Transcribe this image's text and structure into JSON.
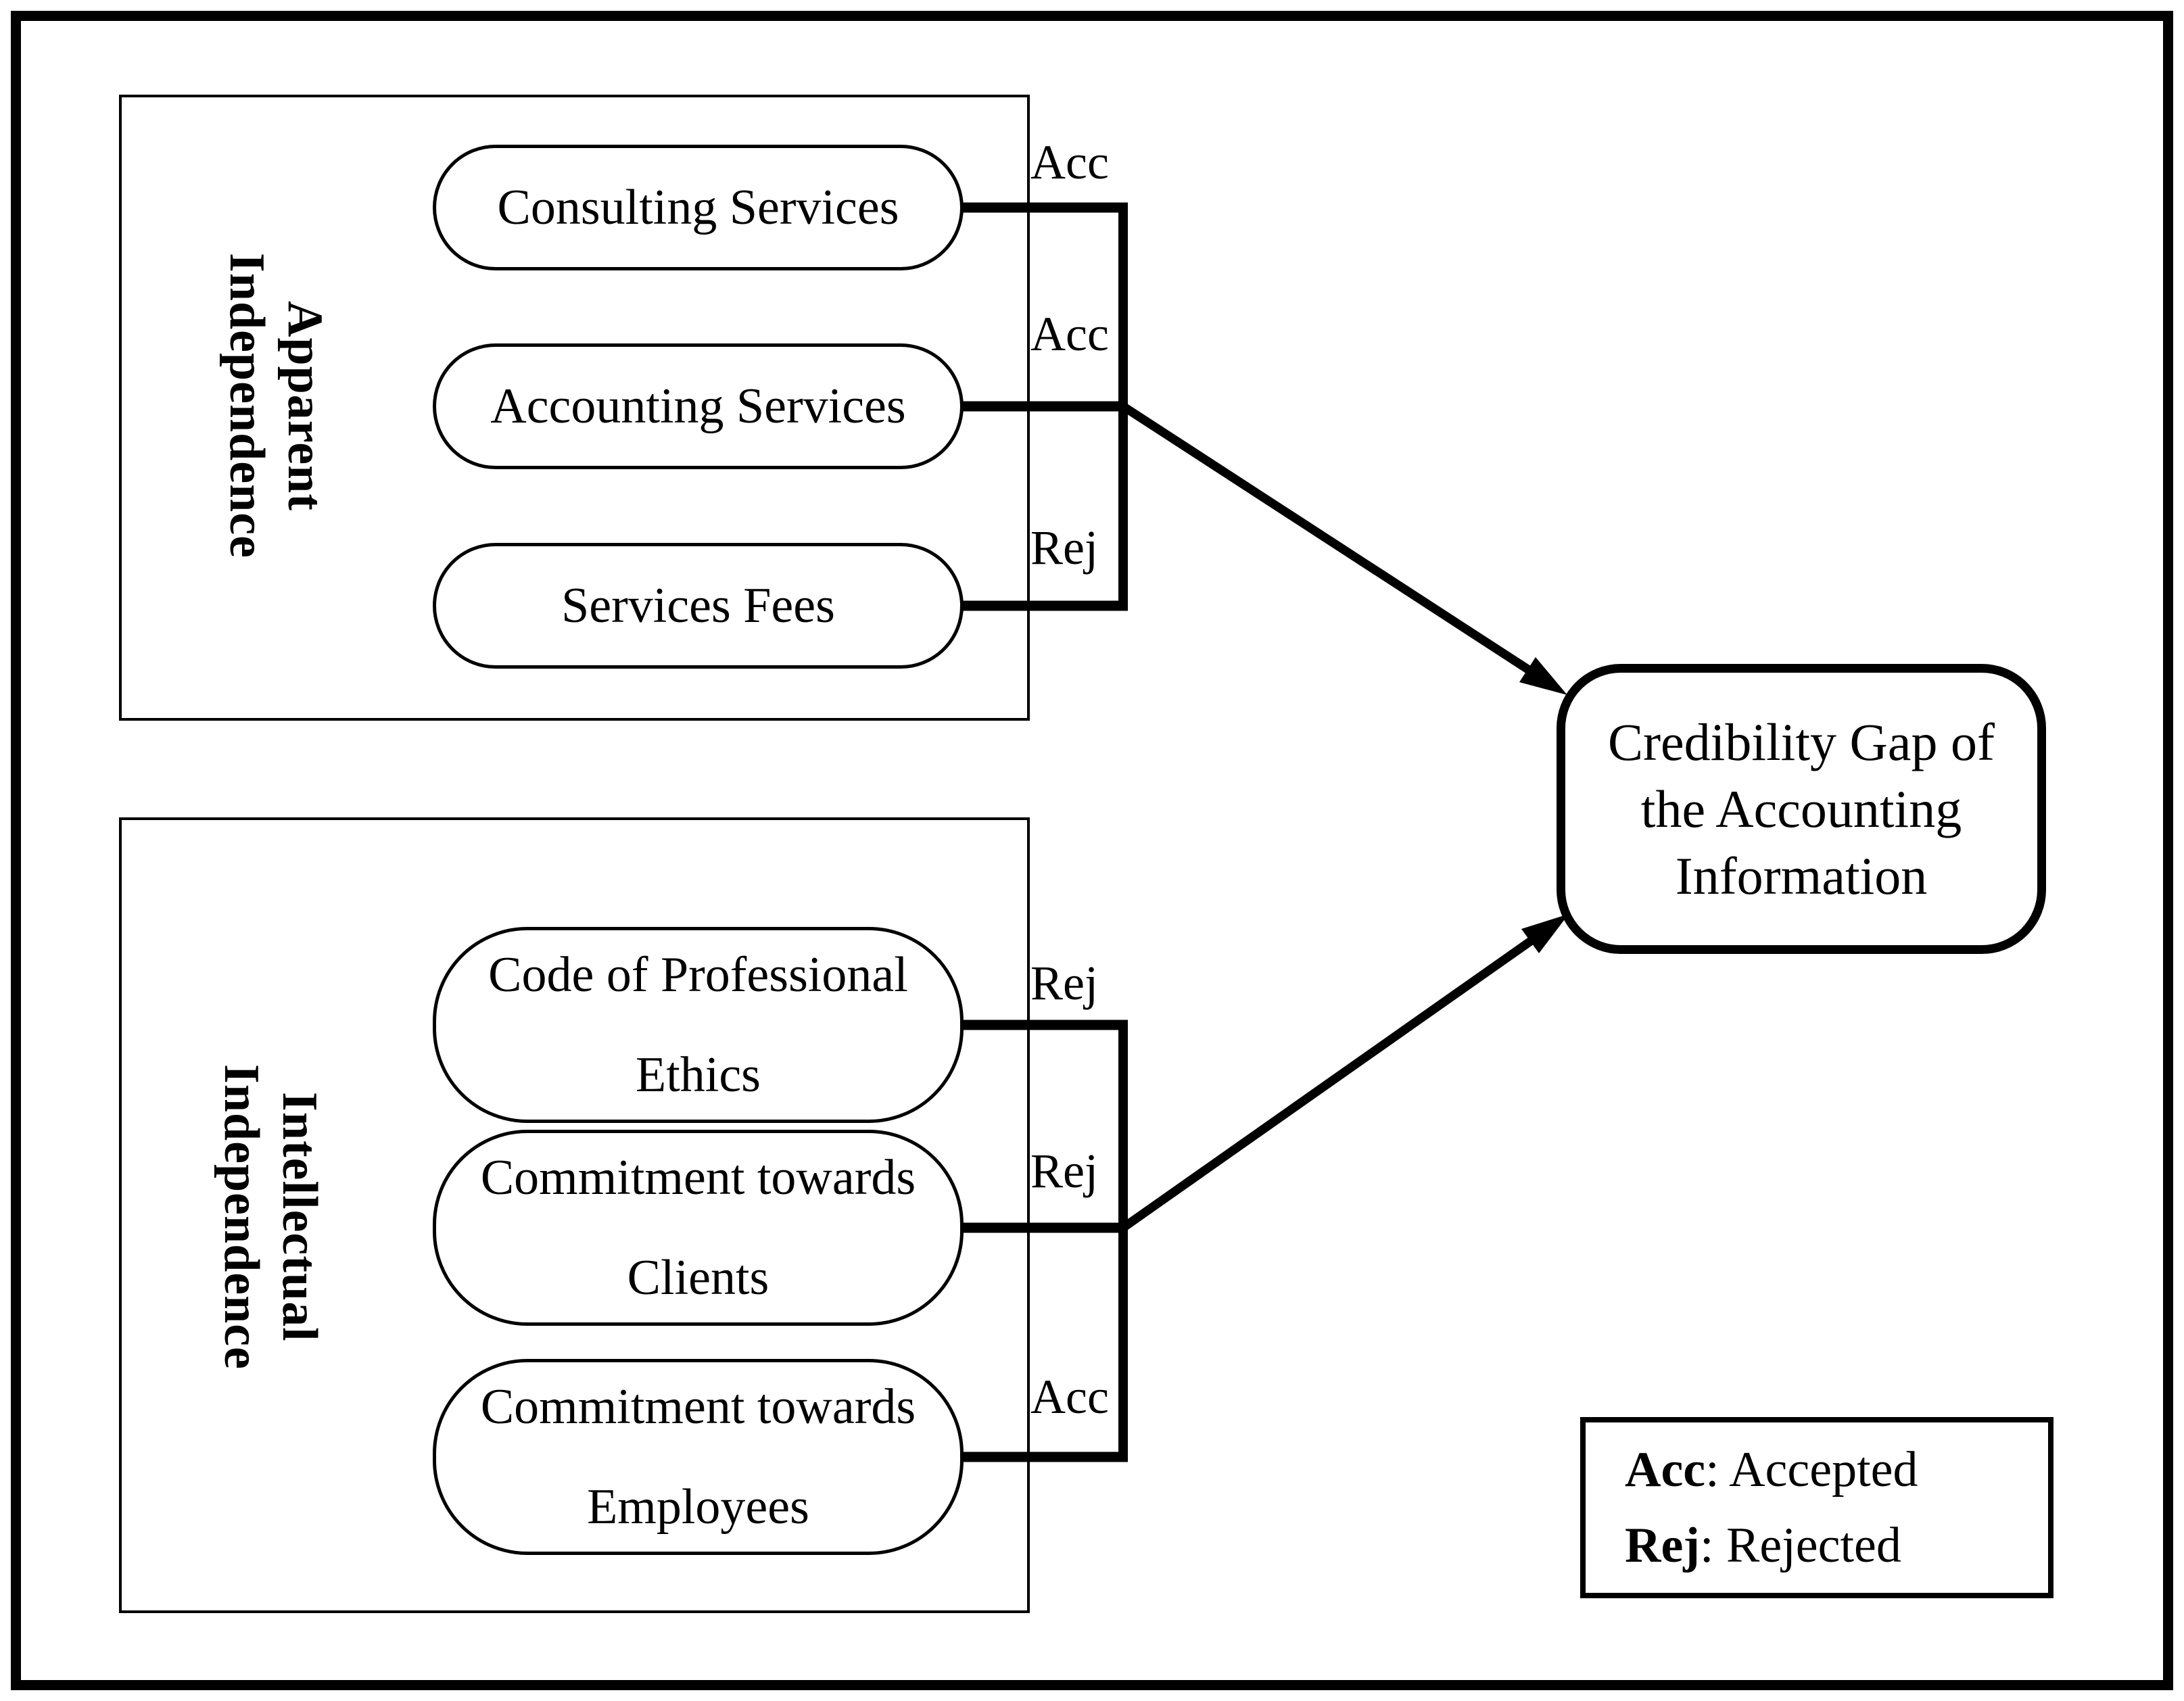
{
  "colors": {
    "ink": "#000000",
    "background": "#ffffff"
  },
  "groups": [
    {
      "title": {
        "line1": "Apparent",
        "line2": "Independence"
      },
      "items": [
        {
          "line1": "Consulting Services",
          "line2": "",
          "result": "Acc"
        },
        {
          "line1": "Accounting Services",
          "line2": "",
          "result": "Acc"
        },
        {
          "line1": "Services Fees",
          "line2": "",
          "result": "Rej"
        }
      ]
    },
    {
      "title": {
        "line1": "Intellectual",
        "line2": "Independence"
      },
      "items": [
        {
          "line1": "Code of Professional",
          "line2": "Ethics",
          "result": "Rej"
        },
        {
          "line1": "Commitment towards",
          "line2": "Clients",
          "result": "Rej"
        },
        {
          "line1": "Commitment towards",
          "line2": "Employees",
          "result": "Acc"
        }
      ]
    }
  ],
  "outcome": {
    "line1": "Credibility Gap of",
    "line2": "the Accounting",
    "line3": "Information"
  },
  "legend": {
    "entries": [
      {
        "abbr": "Acc",
        "rest": ": Accepted"
      },
      {
        "abbr": "Rej",
        "rest": ": Rejected"
      }
    ]
  }
}
